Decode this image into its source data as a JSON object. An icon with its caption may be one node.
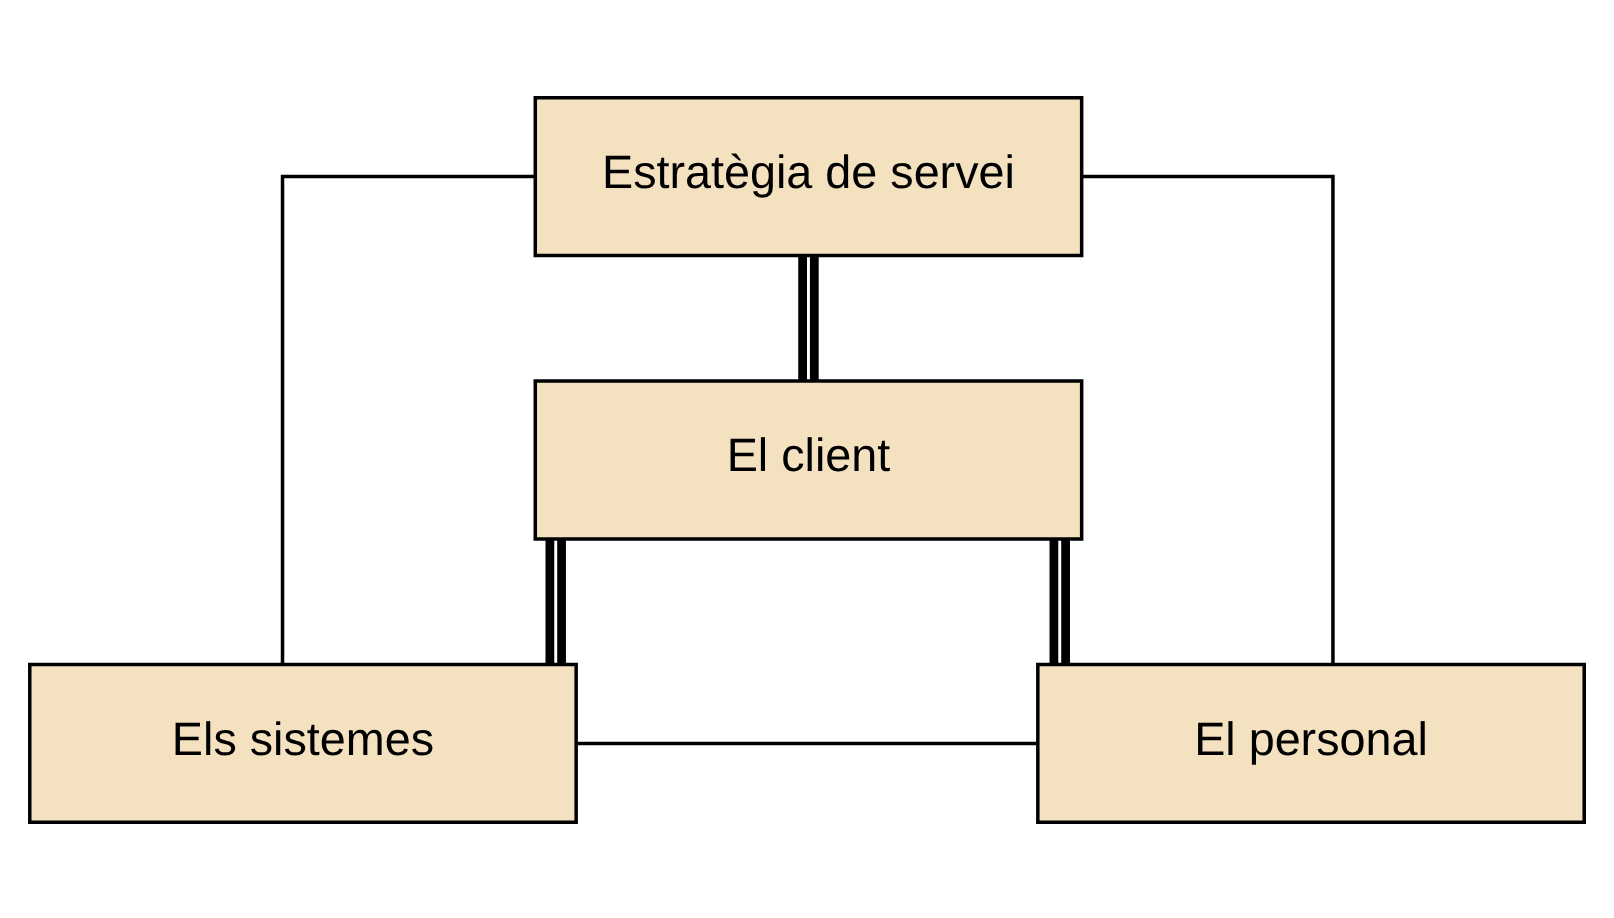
{
  "diagram": {
    "nodes": [
      {
        "text": [
          "Estratègia de servei"
        ]
      },
      {
        "text": [
          "El client"
        ]
      },
      {
        "text": [
          "Els sistemes"
        ]
      },
      {
        "text": [
          "El personal"
        ]
      }
    ],
    "edges": [
      {
        "from": 0,
        "to": 2,
        "arrow": "none"
      },
      {
        "from": 0,
        "to": 3,
        "arrow": "none"
      },
      {
        "from": 0,
        "to": 1,
        "arrow": "none",
        "style": "thick"
      },
      {
        "from": 1,
        "to": 2,
        "arrow": "none",
        "style": "thick"
      },
      {
        "from": 1,
        "to": 3,
        "arrow": "none",
        "style": "thick"
      },
      {
        "from": 2,
        "to": 3,
        "arrow": "none"
      }
    ]
  }
}
